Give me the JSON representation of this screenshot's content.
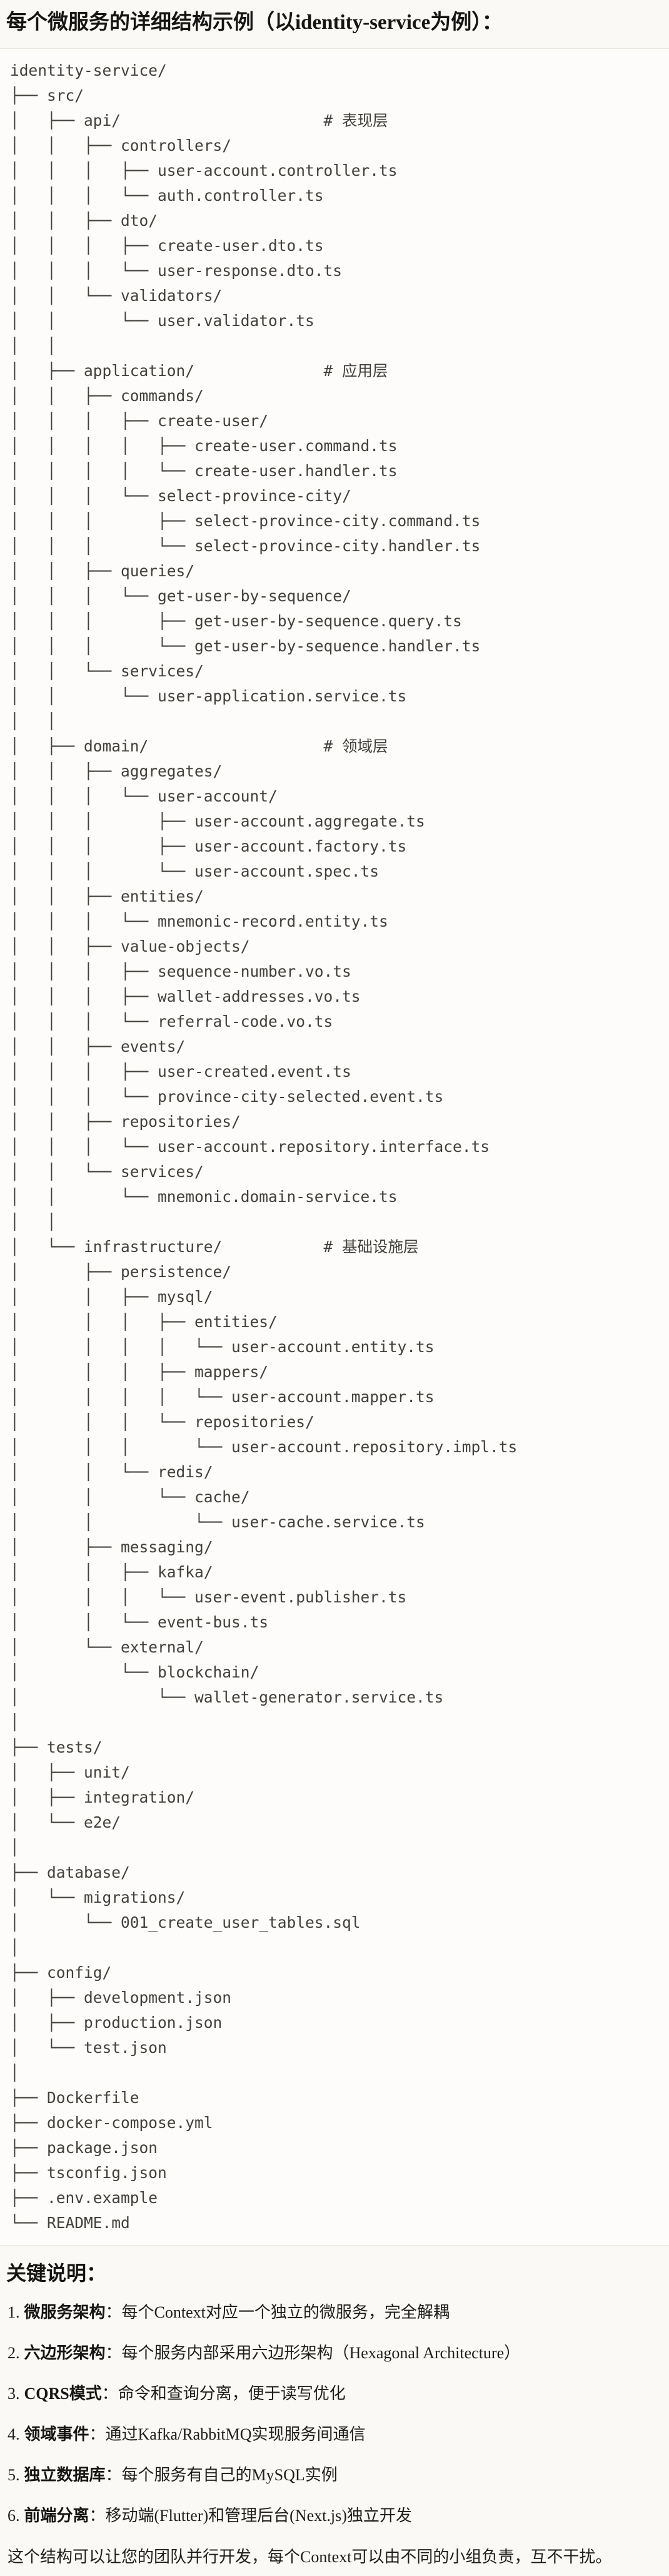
{
  "page": {
    "title": "每个微服务的详细结构示例（以identity-service为例）："
  },
  "tree": {
    "content": "identity-service/\n├── src/\n│   ├── api/                      # 表现层\n│   │   ├── controllers/\n│   │   │   ├── user-account.controller.ts\n│   │   │   └── auth.controller.ts\n│   │   ├── dto/\n│   │   │   ├── create-user.dto.ts\n│   │   │   └── user-response.dto.ts\n│   │   └── validators/\n│   │       └── user.validator.ts\n│   │\n│   ├── application/              # 应用层\n│   │   ├── commands/\n│   │   │   ├── create-user/\n│   │   │   │   ├── create-user.command.ts\n│   │   │   │   └── create-user.handler.ts\n│   │   │   └── select-province-city/\n│   │   │       ├── select-province-city.command.ts\n│   │   │       └── select-province-city.handler.ts\n│   │   ├── queries/\n│   │   │   └── get-user-by-sequence/\n│   │   │       ├── get-user-by-sequence.query.ts\n│   │   │       └── get-user-by-sequence.handler.ts\n│   │   └── services/\n│   │       └── user-application.service.ts\n│   │\n│   ├── domain/                   # 领域层\n│   │   ├── aggregates/\n│   │   │   └── user-account/\n│   │   │       ├── user-account.aggregate.ts\n│   │   │       ├── user-account.factory.ts\n│   │   │       └── user-account.spec.ts\n│   │   ├── entities/\n│   │   │   └── mnemonic-record.entity.ts\n│   │   ├── value-objects/\n│   │   │   ├── sequence-number.vo.ts\n│   │   │   ├── wallet-addresses.vo.ts\n│   │   │   └── referral-code.vo.ts\n│   │   ├── events/\n│   │   │   ├── user-created.event.ts\n│   │   │   └── province-city-selected.event.ts\n│   │   ├── repositories/\n│   │   │   └── user-account.repository.interface.ts\n│   │   └── services/\n│   │       └── mnemonic.domain-service.ts\n│   │\n│   └── infrastructure/           # 基础设施层\n│       ├── persistence/\n│       │   ├── mysql/\n│       │   │   ├── entities/\n│       │   │   │   └── user-account.entity.ts\n│       │   │   ├── mappers/\n│       │   │   │   └── user-account.mapper.ts\n│       │   │   └── repositories/\n│       │   │       └── user-account.repository.impl.ts\n│       │   └── redis/\n│       │       └── cache/\n│       │           └── user-cache.service.ts\n│       ├── messaging/\n│       │   ├── kafka/\n│       │   │   └── user-event.publisher.ts\n│       │   └── event-bus.ts\n│       └── external/\n│           └── blockchain/\n│               └── wallet-generator.service.ts\n│\n├── tests/\n│   ├── unit/\n│   ├── integration/\n│   └── e2e/\n│\n├── database/\n│   └── migrations/\n│       └── 001_create_user_tables.sql\n│\n├── config/\n│   ├── development.json\n│   ├── production.json\n│   └── test.json\n│\n├── Dockerfile\n├── docker-compose.yml\n├── package.json\n├── tsconfig.json\n├── .env.example\n└── README.md"
  },
  "notes": {
    "heading": "关键说明：",
    "items": [
      {
        "num": "1.",
        "label": "微服务架构",
        "text": "：每个Context对应一个独立的微服务，完全解耦"
      },
      {
        "num": "2.",
        "label": "六边形架构",
        "text": "：每个服务内部采用六边形架构（Hexagonal Architecture）"
      },
      {
        "num": "3.",
        "label": "CQRS模式",
        "text": "：命令和查询分离，便于读写优化"
      },
      {
        "num": "4.",
        "label": "领域事件",
        "text": "：通过Kafka/RabbitMQ实现服务间通信"
      },
      {
        "num": "5.",
        "label": "独立数据库",
        "text": "：每个服务有自己的MySQL实例"
      },
      {
        "num": "6.",
        "label": "前端分离",
        "text": "：移动端(Flutter)和管理后台(Next.js)独立开发"
      }
    ],
    "footer": "这个结构可以让您的团队并行开发，每个Context可以由不同的小组负责，互不干扰。"
  },
  "colors": {
    "page_background": "#FAF9F5",
    "code_background": "#FDFCFA",
    "code_border": "#E9E7E0",
    "code_text": "#41403B",
    "body_text": "#1F1E1C"
  }
}
